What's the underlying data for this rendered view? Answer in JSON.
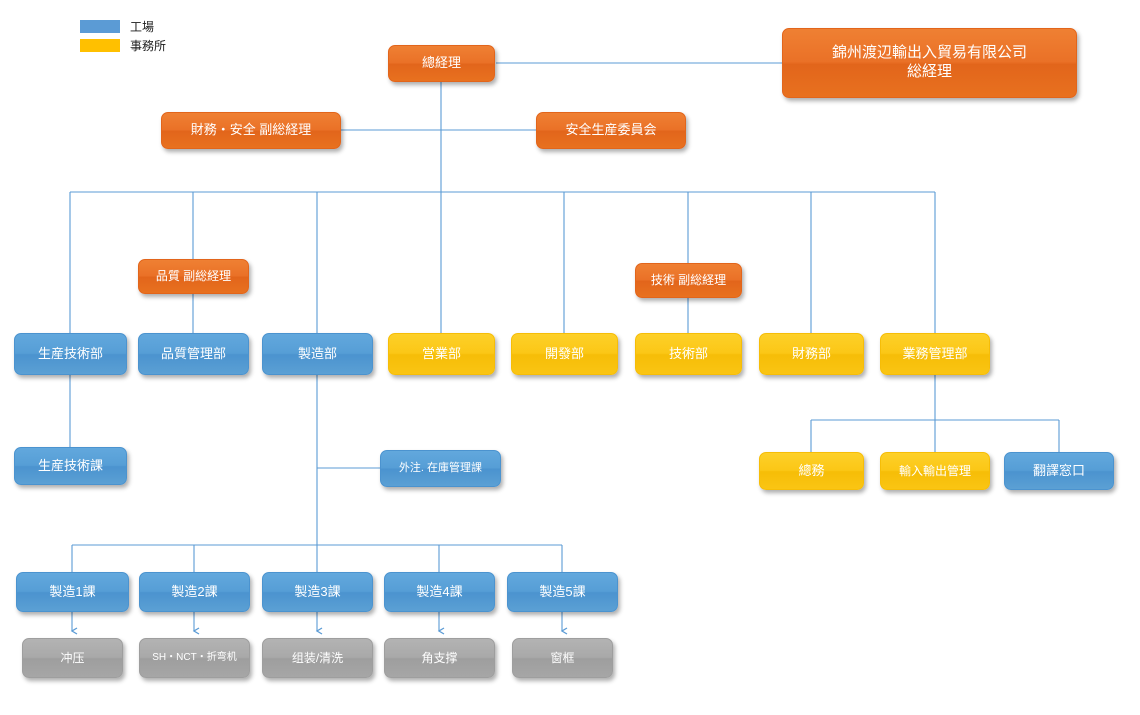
{
  "legend": {
    "items": [
      {
        "label": "工場",
        "color": "#5b9bd5",
        "swatch": "blue"
      },
      {
        "label": "事務所",
        "color": "#ffc000",
        "swatch": "yellow"
      }
    ]
  },
  "palette": {
    "orange": "#ea7127",
    "blue": "#569ed6",
    "yellow": "#fbc716",
    "gray": "#a9a9a9",
    "connector": "#5b9bd5"
  },
  "nodes": {
    "general_manager": "總経理",
    "company_hq": "錦州渡辺輸出入貿易有限公司\n総経理",
    "finance_safety_deputy": "財務・安全 副総経理",
    "safety_production_committee": "安全生産委員会",
    "quality_deputy": "品質 副総経理",
    "technology_deputy": "技術 副総経理",
    "departments": [
      "生産技術部",
      "品質管理部",
      "製造部",
      "営業部",
      "開發部",
      "技術部",
      "財務部",
      "業務管理部"
    ],
    "production_tech_section": "生産技術課",
    "outsourcing_inventory_section": "外注. 在庫管理課",
    "business_admin_children": [
      "總務",
      "輸入輸出管理",
      "翻譯窓口"
    ],
    "manufacturing_sections": [
      "製造1課",
      "製造2課",
      "製造3課",
      "製造4課",
      "製造5課"
    ],
    "processes": [
      "冲压",
      "SH・NCT・折弯机",
      "组装/清洗",
      "角支撑",
      "窗框"
    ]
  }
}
